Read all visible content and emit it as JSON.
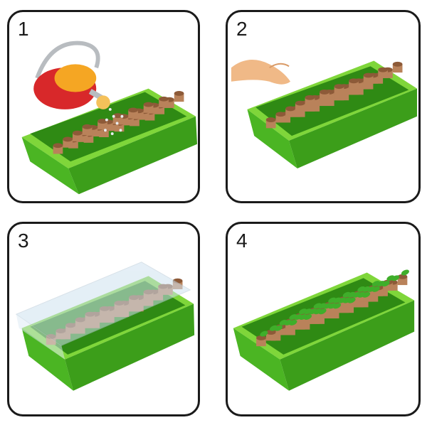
{
  "panels": [
    {
      "number": "1",
      "scene": "seeds-watering"
    },
    {
      "number": "2",
      "scene": "planting-hand"
    },
    {
      "number": "3",
      "scene": "covered-lid"
    },
    {
      "number": "4",
      "scene": "seedlings"
    }
  ],
  "colors": {
    "tray_light": "#7fd63a",
    "tray_mid": "#4bb523",
    "tray_dark": "#2f8a14",
    "pellet": "#b9825a",
    "pellet_top": "#8d5a38",
    "leaf": "#3fae2a",
    "can_red": "#d8282a",
    "can_orange": "#f5a623",
    "hand": "#f0b987",
    "lid": "#cfe2f0"
  }
}
